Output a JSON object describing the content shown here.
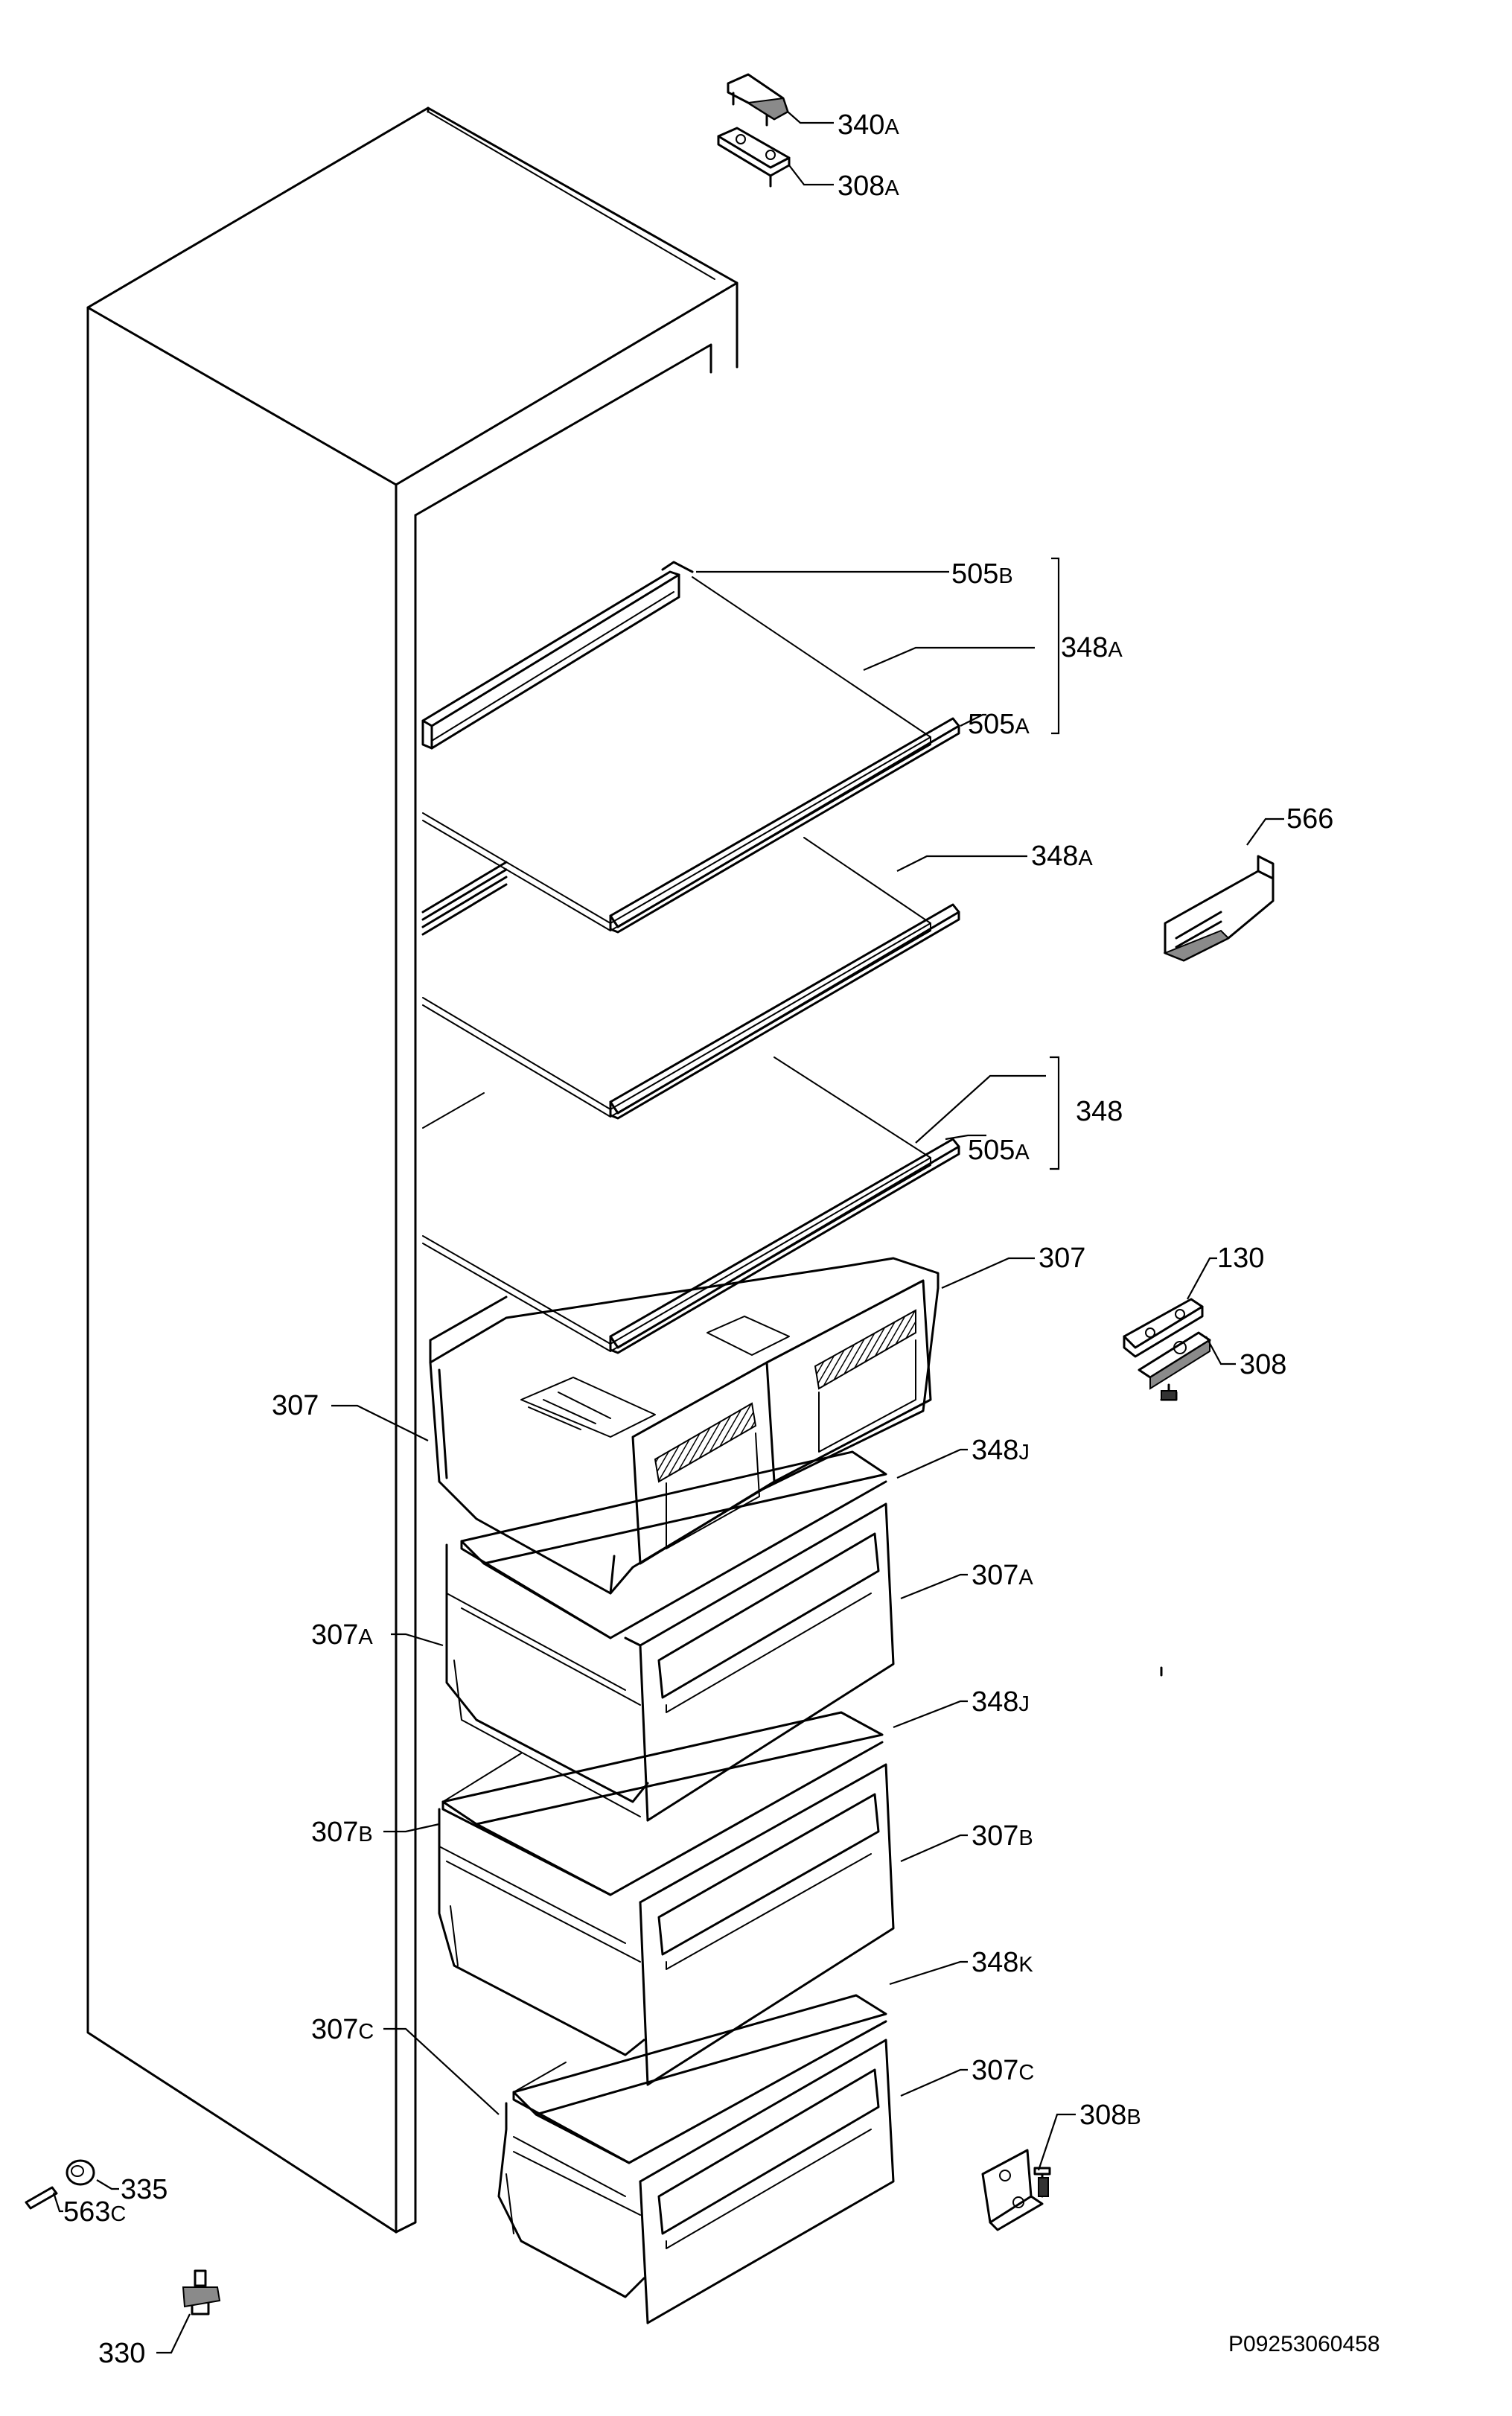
{
  "labels": {
    "l340A": {
      "num": "340",
      "suf": "A"
    },
    "l308A": {
      "num": "308",
      "suf": "A"
    },
    "l505B": {
      "num": "505",
      "suf": "B"
    },
    "l348A_1": {
      "num": "348",
      "suf": "A"
    },
    "l505A_1": {
      "num": "505",
      "suf": "A"
    },
    "l566": {
      "num": "566",
      "suf": ""
    },
    "l348A_2": {
      "num": "348",
      "suf": "A"
    },
    "l348": {
      "num": "348",
      "suf": ""
    },
    "l505A_2": {
      "num": "505",
      "suf": "A"
    },
    "l307_r": {
      "num": "307",
      "suf": ""
    },
    "l130": {
      "num": "130",
      "suf": ""
    },
    "l308": {
      "num": "308",
      "suf": ""
    },
    "l307_l": {
      "num": "307",
      "suf": ""
    },
    "l348J_1": {
      "num": "348",
      "suf": "J"
    },
    "l307A_r": {
      "num": "307",
      "suf": "A"
    },
    "l307A_l": {
      "num": "307",
      "suf": "A"
    },
    "l348J_2": {
      "num": "348",
      "suf": "J"
    },
    "l307B_l": {
      "num": "307",
      "suf": "B"
    },
    "l307B_r": {
      "num": "307",
      "suf": "B"
    },
    "l348K": {
      "num": "348",
      "suf": "K"
    },
    "l307C_l": {
      "num": "307",
      "suf": "C"
    },
    "l307C_r": {
      "num": "307",
      "suf": "C"
    },
    "l308B": {
      "num": "308",
      "suf": "B"
    },
    "l335": {
      "num": "335",
      "suf": ""
    },
    "l563C": {
      "num": "563",
      "suf": "C"
    },
    "l330": {
      "num": "330",
      "suf": ""
    }
  },
  "drawing_code": "P09253060458",
  "colors": {
    "line": "#000000",
    "background": "#ffffff",
    "fill_grey": "#8a8a8a"
  }
}
